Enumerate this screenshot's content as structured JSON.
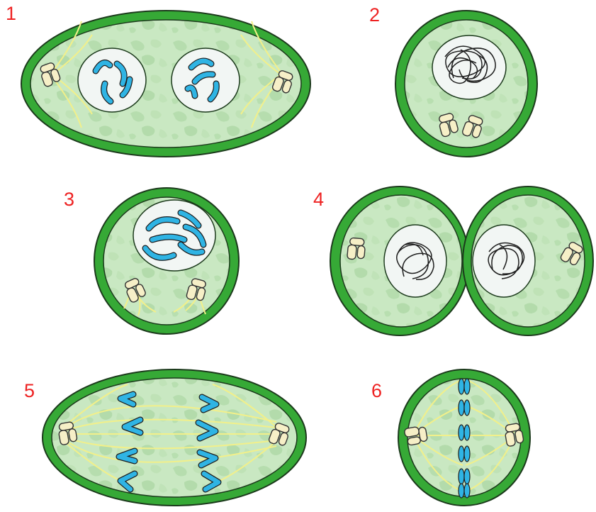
{
  "colors": {
    "background": "#ffffff",
    "cell_wall": "#36a936",
    "cell_outline": "#1c3a1c",
    "cytoplasm": "#c9e8c2",
    "cytoplasm_texture": "#b4dcac",
    "nucleus": "#f2f6f4",
    "chromosome": "#2fb4e4",
    "chromatin": "#1e1e1e",
    "spindle_fiber": "#f2f08a",
    "centriole": "#f6efc7",
    "label": "#ee2222"
  },
  "panels": [
    {
      "label": "1",
      "stage": "two-nuclei-condensing-chromosomes"
    },
    {
      "label": "2",
      "stage": "single-nucleus-chromatin"
    },
    {
      "label": "3",
      "stage": "nucleus-with-chromosomes-centrioles-separating"
    },
    {
      "label": "4",
      "stage": "two-daughter-cells"
    },
    {
      "label": "5",
      "stage": "chromosomes-pulled-to-poles"
    },
    {
      "label": "6",
      "stage": "chromosomes-aligned-at-equator"
    }
  ]
}
